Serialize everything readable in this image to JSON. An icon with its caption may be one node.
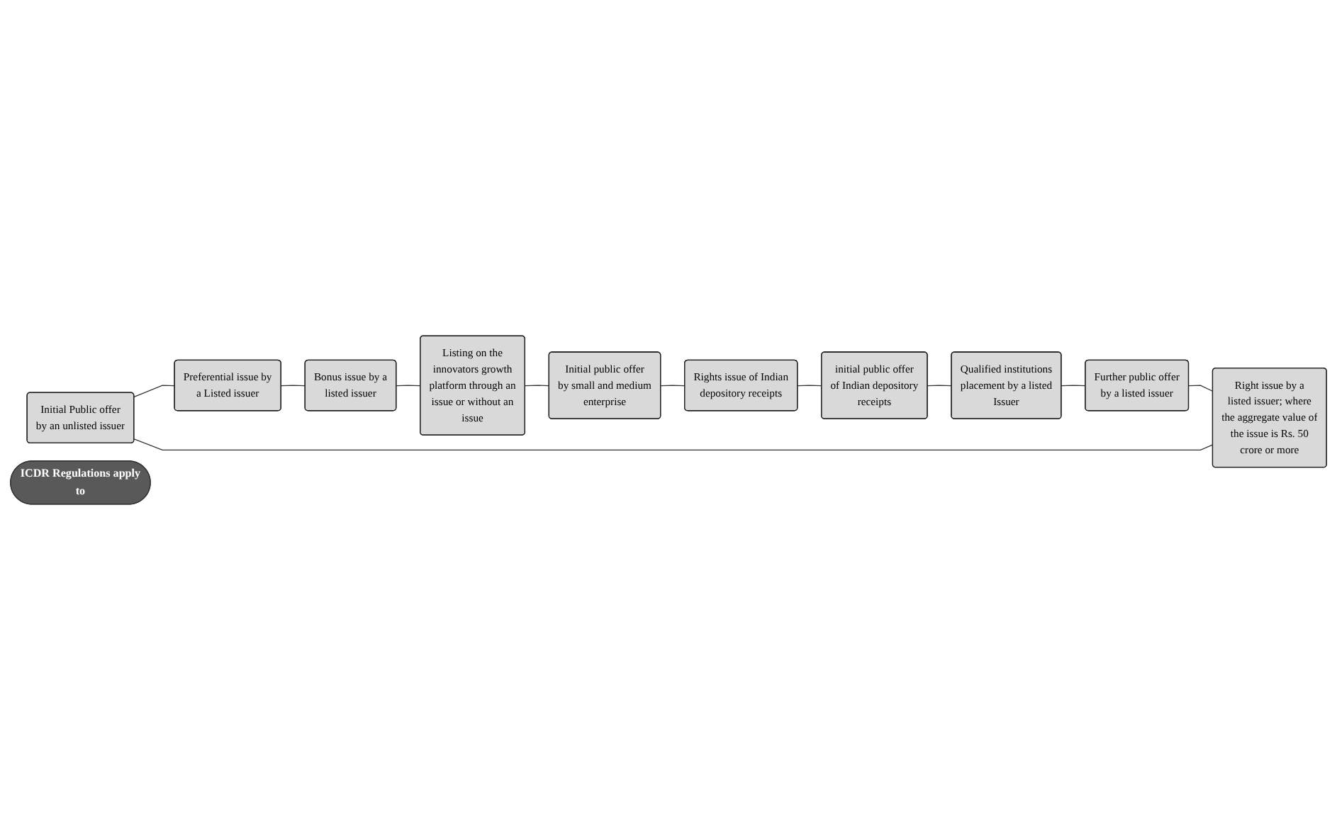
{
  "diagram": {
    "nodes": [
      {
        "text": [
          "Initial Public offer by an unlisted issuer"
        ]
      },
      {
        "text": [
          "Preferential issue by a Listed issuer"
        ]
      },
      {
        "text": [
          "Bonus issue by a listed issuer"
        ]
      },
      {
        "text": [
          "Right issue by a listed issuer; where the aggregate value of the issue is Rs. 50 crore or more"
        ]
      },
      {
        "text": [
          "Listing on the innovators growth platform through an issue or without an issue"
        ]
      },
      {
        "text": [
          "ICDR Regulations apply to"
        ]
      },
      {
        "text": [
          "Further public offer by a listed issuer"
        ]
      },
      {
        "text": [
          "Initial public offer by small and medium enterprise"
        ]
      },
      {
        "text": [
          "Qualified institutions placement by a listed Issuer"
        ]
      },
      {
        "text": [
          "initial public offer of Indian depository receipts"
        ]
      },
      {
        "text": [
          "Rights issue of Indian depository receipts"
        ]
      }
    ],
    "edges": [
      {
        "from": 0,
        "to": 1,
        "arrow": "none"
      },
      {
        "from": 1,
        "to": 2,
        "arrow": "none"
      },
      {
        "from": 2,
        "to": 4,
        "arrow": "none"
      },
      {
        "from": 4,
        "to": 7,
        "arrow": "none"
      },
      {
        "from": 7,
        "to": 10,
        "arrow": "none"
      },
      {
        "from": 10,
        "to": 9,
        "arrow": "none"
      },
      {
        "from": 9,
        "to": 8,
        "arrow": "none"
      },
      {
        "from": 8,
        "to": 6,
        "arrow": "none"
      },
      {
        "from": 6,
        "to": 3,
        "arrow": "none"
      },
      {
        "from": 3,
        "to": 0,
        "arrow": "none"
      }
    ]
  }
}
